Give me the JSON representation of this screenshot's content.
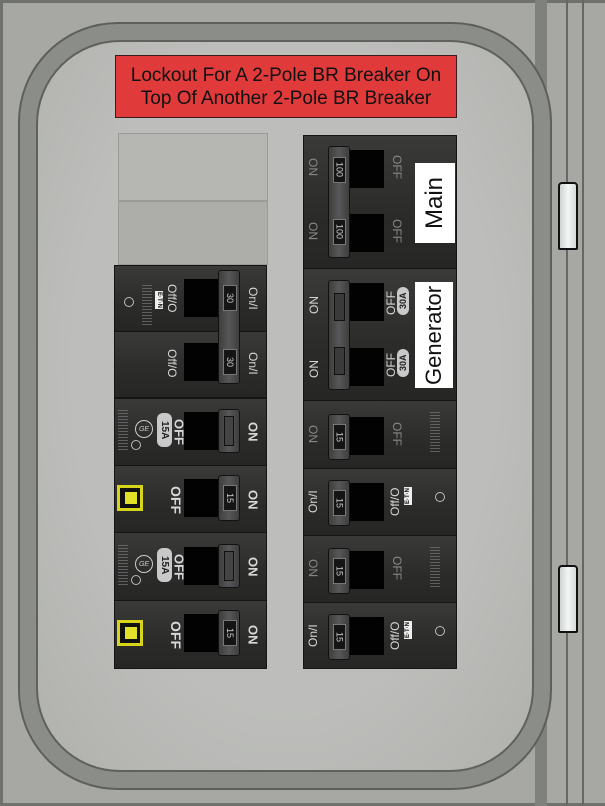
{
  "title": {
    "line1": "Lockout For A 2-Pole BR Breaker On",
    "line2": "Top Of Another 2-Pole BR Breaker"
  },
  "colors": {
    "title_bg": "#e03a3a",
    "breaker_body": "#2e2e2d",
    "door": "#8b8d89",
    "square_d_yellow": "#e3e02a"
  },
  "left_column": {
    "eaton_2pole": {
      "off_label": "Off/O",
      "on_label": "On/I",
      "rating_top": "30",
      "rating_bottom": "30",
      "brand": "E·T·N"
    },
    "ge_1": {
      "off_label": "OFF",
      "on_label": "ON",
      "rating": "15A",
      "brand": "GE"
    },
    "sqd_1": {
      "off_label": "OFF",
      "on_label": "ON",
      "rating": "15"
    },
    "ge_2": {
      "off_label": "OFF",
      "on_label": "ON",
      "rating": "15A",
      "brand": "GE"
    },
    "sqd_2": {
      "off_label": "OFF",
      "on_label": "ON",
      "rating": "15"
    }
  },
  "right_column": {
    "main": {
      "label": "Main",
      "on_label": "ON",
      "off_label": "OFF",
      "rating_top": "100",
      "rating_bottom": "100"
    },
    "generator": {
      "label": "Generator",
      "on_label": "ON",
      "off_label": "OFF",
      "rating_top": "30A",
      "rating_bottom": "30A"
    },
    "breakers": [
      {
        "on_label": "ON",
        "off_label": "OFF",
        "rating": "15"
      },
      {
        "on_label": "On/I",
        "off_label": "Off/O",
        "rating": "15",
        "brand": "E·T·N"
      },
      {
        "on_label": "ON",
        "off_label": "OFF",
        "rating": "15"
      },
      {
        "on_label": "On/I",
        "off_label": "Off/O",
        "rating": "15",
        "brand": "E·T·N"
      }
    ]
  }
}
